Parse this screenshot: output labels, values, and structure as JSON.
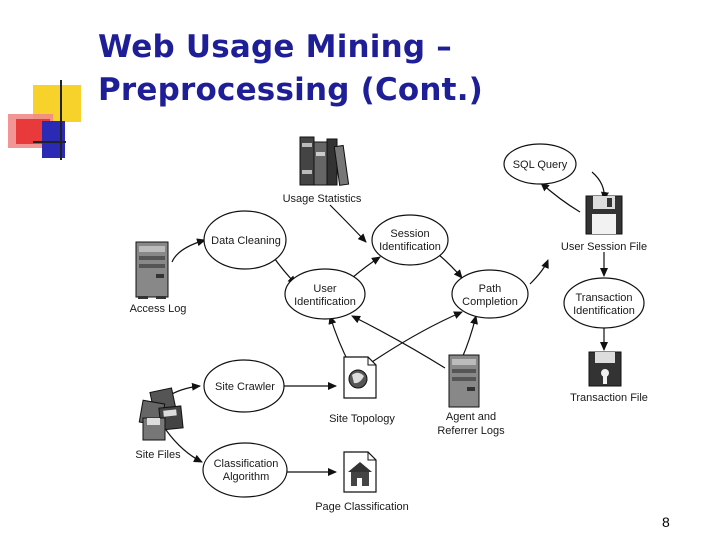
{
  "title": {
    "line1": "Web Usage Mining –",
    "line2": "Preprocessing (Cont.)"
  },
  "page_number": "8",
  "colors": {
    "title": "#1e1e96",
    "accent_yellow": "#f7d22a",
    "accent_red": "#e83a3a",
    "accent_blue": "#2a2ab4"
  },
  "diagram": {
    "processes": {
      "data_cleaning": "Data Cleaning",
      "session_identification": [
        "Session",
        "Identification"
      ],
      "user_identification": [
        "User",
        "Identification"
      ],
      "path_completion": [
        "Path",
        "Completion"
      ],
      "site_crawler": "Site Crawler",
      "classification_algorithm": [
        "Classification",
        "Algorithm"
      ],
      "sql_query": "SQL Query",
      "transaction_identification": [
        "Transaction",
        "Identification"
      ]
    },
    "resources": {
      "usage_statistics": "Usage Statistics",
      "access_log": "Access Log",
      "user_session_file": "User Session File",
      "transaction_file": "Transaction File",
      "site_topology": "Site Topology",
      "agent_referrer_logs": [
        "Agent and",
        "Referrer Logs"
      ],
      "site_files": "Site Files",
      "page_classification": "Page Classification"
    },
    "icons": {
      "books": "books-icon",
      "server": "server-icon",
      "floppy": "floppy-disk-icon",
      "document": "document-icon",
      "files": "stacked-disks-icon",
      "house": "house-document-icon"
    }
  }
}
